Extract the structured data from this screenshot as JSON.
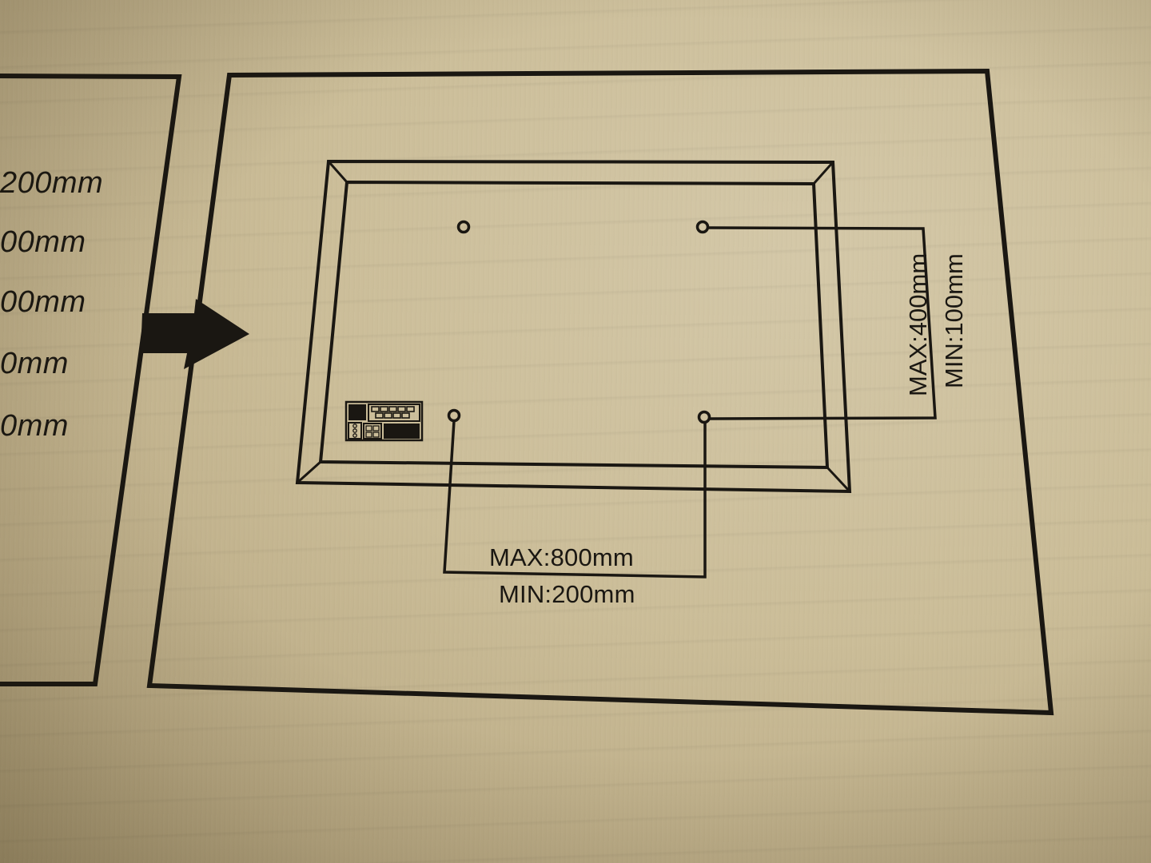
{
  "left_panel": {
    "labels": [
      "200mm",
      "00mm",
      "00mm",
      "0mm",
      "0mm"
    ]
  },
  "main_panel": {
    "horizontal": {
      "max_label": "MAX:800mm",
      "min_label": "MIN:200mm"
    },
    "vertical": {
      "max_label": "MAX:400mm",
      "min_label": "MIN:100mm"
    }
  },
  "colors": {
    "ink": "#1a1712",
    "cardboard": "#cbbd98"
  },
  "icons": {
    "arrow": "arrow-right-icon",
    "ports": "port-panel-icon"
  }
}
